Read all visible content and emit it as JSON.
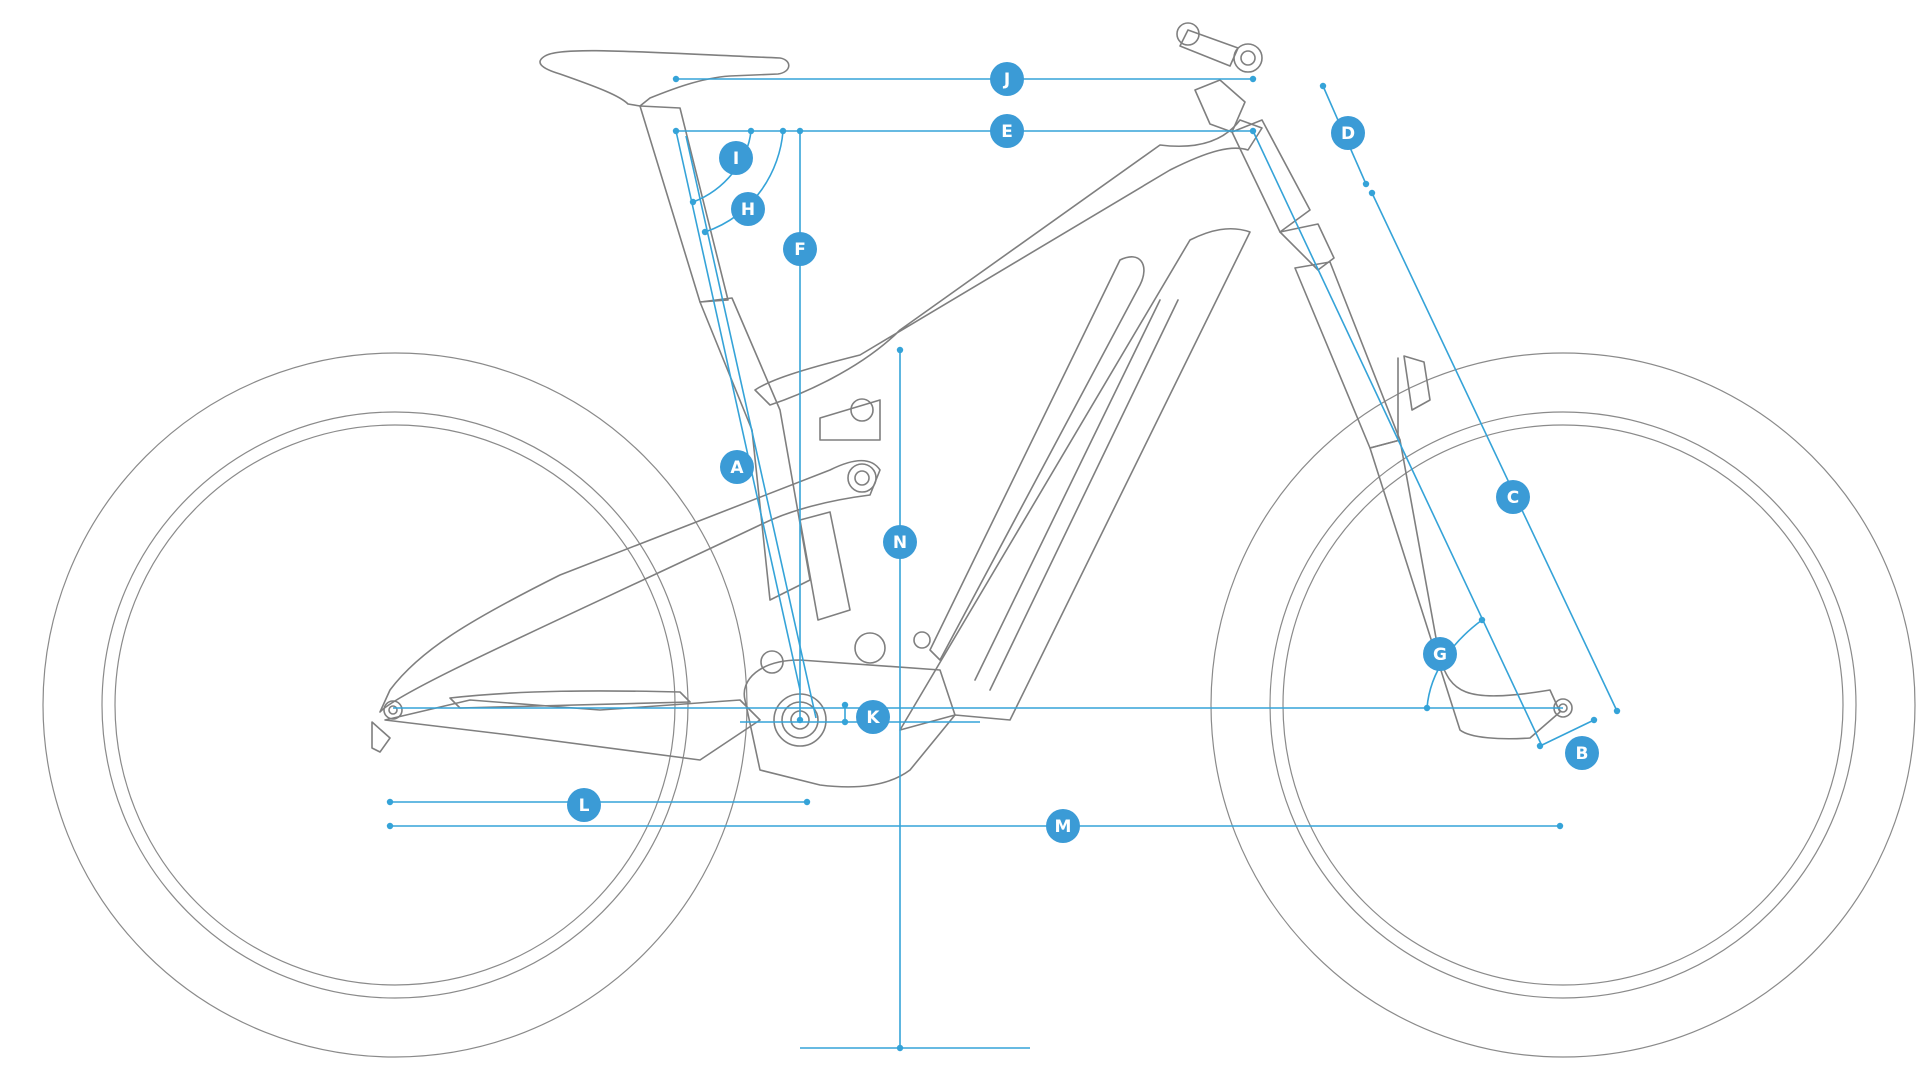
{
  "diagram": {
    "labels": {
      "A": "A",
      "B": "B",
      "C": "C",
      "D": "D",
      "E": "E",
      "F": "F",
      "G": "G",
      "H": "H",
      "I": "I",
      "J": "J",
      "K": "K",
      "L": "L",
      "M": "M",
      "N": "N"
    },
    "colors": {
      "measure_line": "#35a3d8",
      "badge": "#3b9bd6",
      "outline": "#7f7f7f"
    }
  }
}
